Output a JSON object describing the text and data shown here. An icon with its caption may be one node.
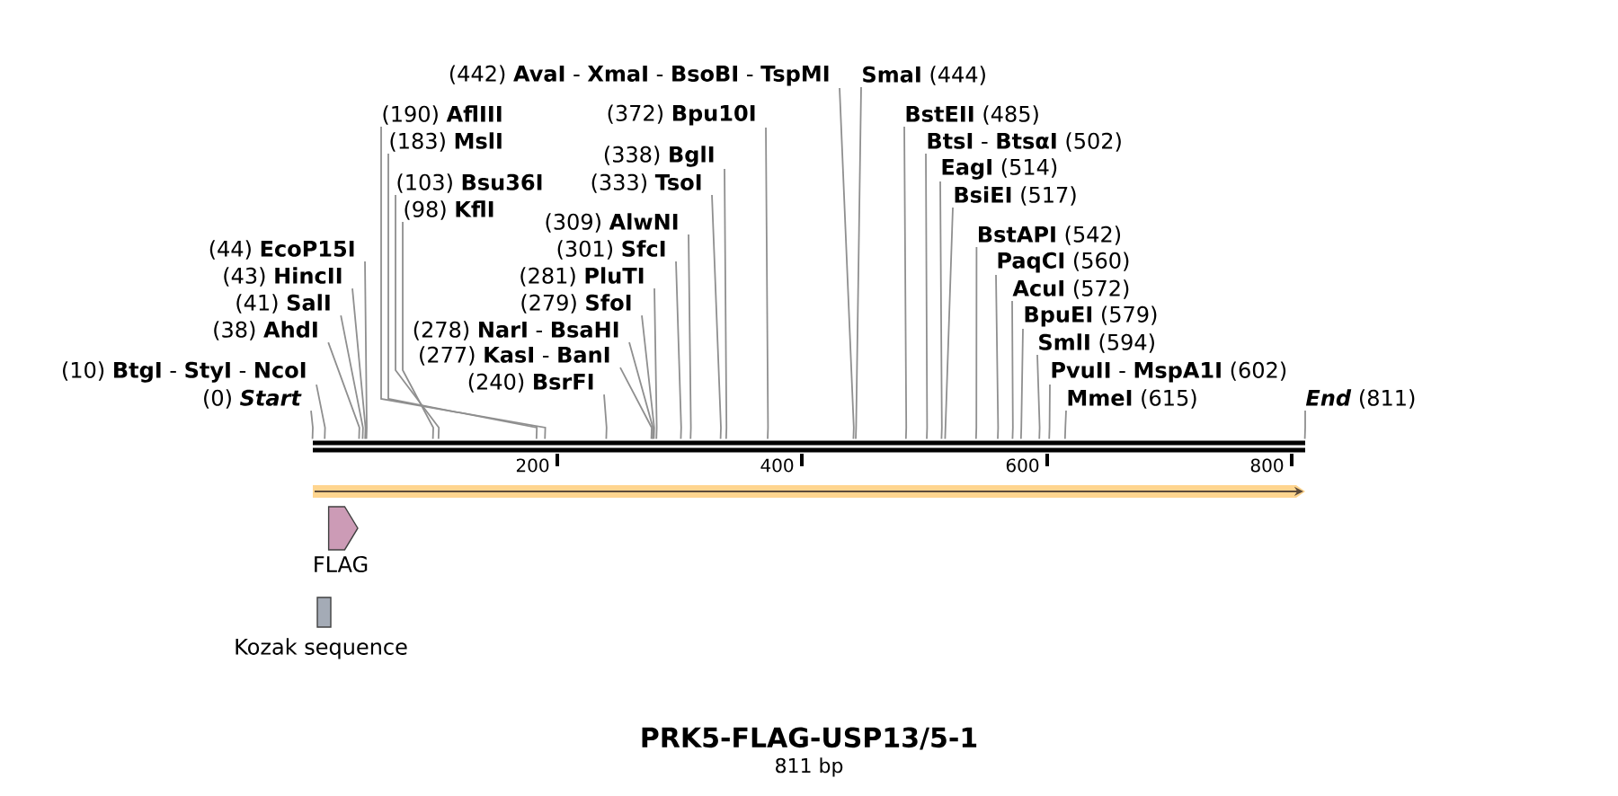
{
  "diagram": {
    "title": "PRK5-FLAG-USP13/5-1",
    "caption": "811 bp",
    "nodes": [
      {
        "text": [
          "(442) **AvaI** - **XmaI** - **BsoBI** - **TspMI**"
        ]
      },
      {
        "text": [
          "**SmaI** (444)"
        ]
      },
      {
        "text": [
          "(190) **AflIII**"
        ]
      },
      {
        "text": [
          "(372) **Bpu10I**"
        ]
      },
      {
        "text": [
          "**BstEII** (485)"
        ]
      },
      {
        "text": [
          "(183) **MslI**"
        ]
      },
      {
        "text": [
          "**BtsI** - **BtsαI** (502)"
        ]
      },
      {
        "text": [
          "(338) **BglI**"
        ]
      },
      {
        "text": [
          "**EagI** (514)"
        ]
      },
      {
        "text": [
          "(103) **Bsu36I**"
        ]
      },
      {
        "text": [
          "(333) **TsoI**"
        ]
      },
      {
        "text": [
          "**BsiEI** (517)"
        ]
      },
      {
        "text": [
          "(98) **KflI**"
        ]
      },
      {
        "text": [
          "(309) **AlwNI**"
        ]
      },
      {
        "text": [
          "**BstAPI** (542)"
        ]
      },
      {
        "text": [
          "(44) **EcoP15I**"
        ]
      },
      {
        "text": [
          "(301) **SfcI**"
        ]
      },
      {
        "text": [
          "**PaqCI** (560)"
        ]
      },
      {
        "text": [
          "(43) **HincII**"
        ]
      },
      {
        "text": [
          "(281) **PluTI**"
        ]
      },
      {
        "text": [
          "**AcuI** (572)"
        ]
      },
      {
        "text": [
          "(41) **SalI**"
        ]
      },
      {
        "text": [
          "(279) **SfoI**"
        ]
      },
      {
        "text": [
          "**BpuEI** (579)"
        ]
      },
      {
        "text": [
          "(38) **AhdI**"
        ]
      },
      {
        "text": [
          "(278) **NarI** - **BsaHI**"
        ]
      },
      {
        "text": [
          "**SmlI** (594)"
        ]
      },
      {
        "text": [
          "(277) **KasI** - **BanI**"
        ]
      },
      {
        "text": [
          "(10) **BtgI** - **StyI** - **NcoI**"
        ]
      },
      {
        "text": [
          "**PvuII** - **MspA1I** (602)"
        ]
      },
      {
        "text": [
          "(0) **Start**"
        ]
      },
      {
        "text": [
          "(240) **BsrFI**"
        ]
      },
      {
        "text": [
          "**MmeI** (615)"
        ]
      },
      {
        "text": [
          "**End** (811)"
        ]
      },
      {
        "text": [],
        "shape": "bar"
      },
      {
        "text": [],
        "shape": "arrow"
      },
      {
        "text": [
          "FLAG"
        ]
      },
      {
        "text": [
          "Kozak sequence"
        ]
      }
    ],
    "edges": [
      {
        "from": 0,
        "to": 34,
        "arrow": "none"
      },
      {
        "from": 1,
        "to": 34,
        "arrow": "none"
      },
      {
        "from": 2,
        "to": 34,
        "arrow": "none"
      },
      {
        "from": 3,
        "to": 34,
        "arrow": "none"
      },
      {
        "from": 4,
        "to": 34,
        "arrow": "none"
      },
      {
        "from": 5,
        "to": 34,
        "arrow": "none"
      },
      {
        "from": 6,
        "to": 34,
        "arrow": "none"
      },
      {
        "from": 7,
        "to": 34,
        "arrow": "none"
      },
      {
        "from": 8,
        "to": 34,
        "arrow": "none"
      },
      {
        "from": 9,
        "to": 34,
        "arrow": "none"
      },
      {
        "from": 10,
        "to": 34,
        "arrow": "none"
      },
      {
        "from": 11,
        "to": 34,
        "arrow": "none"
      },
      {
        "from": 12,
        "to": 34,
        "arrow": "none"
      },
      {
        "from": 13,
        "to": 34,
        "arrow": "none"
      },
      {
        "from": 14,
        "to": 34,
        "arrow": "none"
      },
      {
        "from": 15,
        "to": 34,
        "arrow": "none"
      },
      {
        "from": 16,
        "to": 34,
        "arrow": "none"
      },
      {
        "from": 17,
        "to": 34,
        "arrow": "none"
      },
      {
        "from": 18,
        "to": 34,
        "arrow": "none"
      },
      {
        "from": 19,
        "to": 34,
        "arrow": "none"
      },
      {
        "from": 20,
        "to": 34,
        "arrow": "none"
      },
      {
        "from": 21,
        "to": 34,
        "arrow": "none"
      },
      {
        "from": 22,
        "to": 34,
        "arrow": "none"
      },
      {
        "from": 23,
        "to": 34,
        "arrow": "none"
      },
      {
        "from": 24,
        "to": 34,
        "arrow": "none"
      },
      {
        "from": 25,
        "to": 34,
        "arrow": "none"
      },
      {
        "from": 26,
        "to": 34,
        "arrow": "none"
      },
      {
        "from": 27,
        "to": 34,
        "arrow": "none"
      },
      {
        "from": 28,
        "to": 34,
        "arrow": "none"
      },
      {
        "from": 29,
        "to": 34,
        "arrow": "none"
      },
      {
        "from": 30,
        "to": 34,
        "arrow": "none"
      },
      {
        "from": 31,
        "to": 34,
        "arrow": "none"
      },
      {
        "from": 32,
        "to": 34,
        "arrow": "none"
      },
      {
        "from": 33,
        "to": 34,
        "arrow": "none"
      }
    ],
    "labels": [
      "200",
      "400",
      "600",
      "800"
    ]
  }
}
